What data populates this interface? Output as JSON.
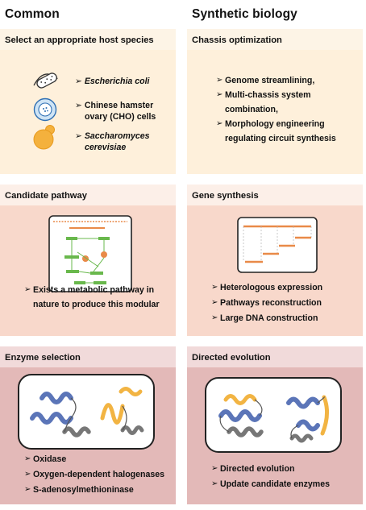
{
  "columns": {
    "left_title": "Common",
    "right_title": "Synthetic biology"
  },
  "colors": {
    "panel_row1_header": "#fdf4e6",
    "panel_row1_body": "#fef0db",
    "panel_row2_header": "#fcefe8",
    "panel_row2_body": "#f8d8cb",
    "panel_row3_header": "#f1dada",
    "panel_row3_body": "#e3b9b8",
    "helix_blue": "#5b75b8",
    "helix_orange": "#f2b443",
    "helix_gray": "#777777",
    "pathway_green": "#69b84c",
    "pathway_orange": "#e98a48"
  },
  "host_panel": {
    "title": "Select an appropriate host species",
    "hosts": [
      {
        "icon": "bacterium-icon",
        "label": "Escherichia coli"
      },
      {
        "icon": "cho-cell-icon",
        "label_line1": "Chinese hamster",
        "label_line2": "ovary (CHO) cells"
      },
      {
        "icon": "yeast-icon",
        "label_line1": "Saccharomyces",
        "label_line2": "cerevisiae"
      }
    ]
  },
  "chassis_panel": {
    "title": "Chassis optimization",
    "items": [
      "Genome streamlining,",
      "Multi-chassis system",
      "combination,",
      "Morphology engineering",
      "regulating circuit synthesis"
    ]
  },
  "pathway_panel": {
    "title": "Candidate pathway",
    "items": [
      "Exists a metabolic pathway in",
      "nature to produce this modular"
    ]
  },
  "gene_panel": {
    "title": "Gene synthesis",
    "items": [
      "Heterologous expression",
      "Pathways reconstruction",
      "Large DNA construction"
    ]
  },
  "enzyme_panel": {
    "title": "Enzyme selection",
    "items": [
      "Oxidase",
      "Oxygen-dependent halogenases",
      "S-adenosylmethioninase"
    ]
  },
  "evolution_panel": {
    "title": "Directed evolution",
    "items": [
      "Directed evolution",
      "Update candidate enzymes"
    ]
  }
}
